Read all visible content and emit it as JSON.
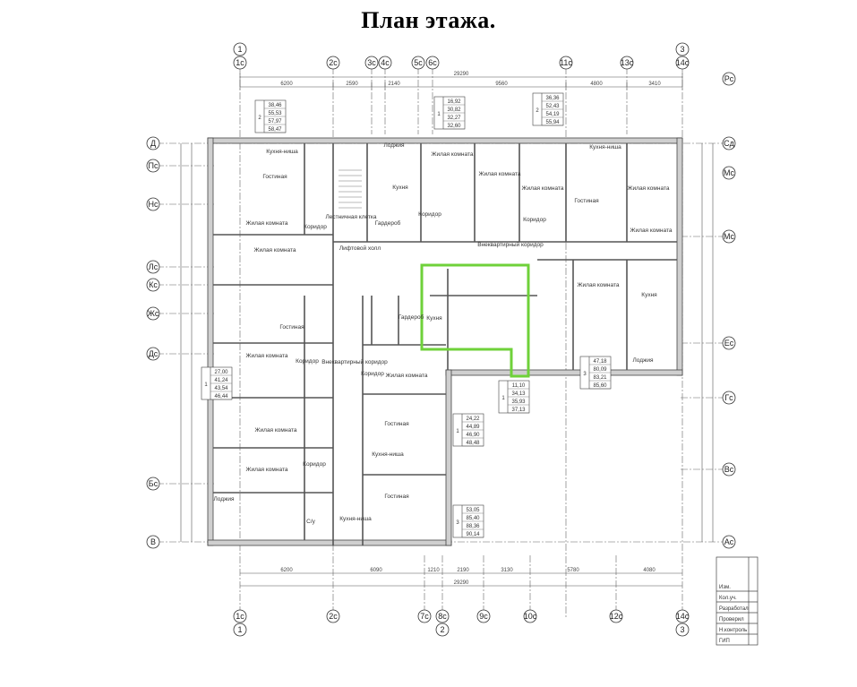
{
  "title": "План этажа.",
  "axes": {
    "top_primary": [
      "1",
      "3"
    ],
    "top": [
      "1с",
      "2с",
      "3с",
      "4с",
      "5с",
      "6с",
      "11с",
      "13с",
      "14с"
    ],
    "bottom": [
      "1с",
      "2с",
      "7с",
      "8с",
      "9с",
      "10с",
      "12с",
      "14с"
    ],
    "bottom_primary": [
      "1",
      "2",
      "3"
    ],
    "left": [
      "Д",
      "Пс",
      "Нс",
      "Лс",
      "Кс",
      "Жс",
      "Дс",
      "Бс",
      "В"
    ],
    "right": [
      "Рс",
      "Сд",
      "Мс",
      "Мс",
      "Ес",
      "Гс",
      "Вс",
      "Ас"
    ]
  },
  "dimensions": {
    "top_total": "29290",
    "top": [
      "6200",
      "2590",
      "2140",
      "9560",
      "4800",
      "3410"
    ],
    "bottom": [
      "6200",
      "6090",
      "1210",
      "2190",
      "3130",
      "5780",
      "4080"
    ],
    "bottom_total": "29290"
  },
  "rooms": [
    {
      "label": "Кухня-ниша"
    },
    {
      "label": "Гостиная"
    },
    {
      "label": "Жилая комната"
    },
    {
      "label": "Жилая комната"
    },
    {
      "label": "Коридор"
    },
    {
      "label": "Лестничная клетка"
    },
    {
      "label": "Гардероб"
    },
    {
      "label": "Лифтовой холл"
    },
    {
      "label": "Кухня"
    },
    {
      "label": "Лоджия"
    },
    {
      "label": "Жилая комната"
    },
    {
      "label": "Жилая комната"
    },
    {
      "label": "Жилая комната"
    },
    {
      "label": "Гостиная"
    },
    {
      "label": "Кухня-ниша"
    },
    {
      "label": "Жилая комната"
    },
    {
      "label": "Внеквартирный коридор"
    },
    {
      "label": "Коридор"
    },
    {
      "label": "Коридор"
    },
    {
      "label": "Жилая комната"
    },
    {
      "label": "Жилая комната"
    },
    {
      "label": "Кухня"
    },
    {
      "label": "Гардероб"
    },
    {
      "label": "Кухня"
    },
    {
      "label": "Лоджия"
    },
    {
      "label": "Гостиная"
    },
    {
      "label": "Коридор"
    },
    {
      "label": "Жилая комната"
    },
    {
      "label": "Внеквартирный коридор"
    },
    {
      "label": "Жилая комната"
    },
    {
      "label": "Коридор"
    },
    {
      "label": "Гостиная"
    },
    {
      "label": "Кухня-ниша"
    },
    {
      "label": "Жилая комната"
    },
    {
      "label": "Коридор"
    },
    {
      "label": "Жилая комната"
    },
    {
      "label": "Гостиная"
    },
    {
      "label": "Кухня-ниша"
    },
    {
      "label": "Лоджия"
    },
    {
      "label": "С/у"
    }
  ],
  "apartment_tables": [
    {
      "num": "2",
      "rows": [
        "38,46",
        "55,53",
        "57,97",
        "58,47"
      ]
    },
    {
      "num": "1",
      "rows": [
        "16,92",
        "30,82",
        "32,27",
        "32,60"
      ]
    },
    {
      "num": "2",
      "rows": [
        "36,36",
        "52,43",
        "54,19",
        "55,94"
      ]
    },
    {
      "num": "1",
      "rows": [
        "27,00",
        "41,24",
        "43,54",
        "46,44"
      ]
    },
    {
      "num": "3",
      "rows": [
        "47,18",
        "80,09",
        "83,21",
        "85,60"
      ]
    },
    {
      "num": "1",
      "rows": [
        "11,10",
        "34,13",
        "35,93",
        "37,13"
      ]
    },
    {
      "num": "1",
      "rows": [
        "24,22",
        "44,89",
        "46,90",
        "48,48"
      ]
    },
    {
      "num": "3",
      "rows": [
        "53,05",
        "85,40",
        "88,36",
        "90,14"
      ]
    }
  ],
  "highlight_color": "#6fd13a",
  "title_block": [
    "Изм.",
    "Кол.уч.",
    "Разработал",
    "Проверил",
    "Н.контроль",
    "ГИП"
  ]
}
